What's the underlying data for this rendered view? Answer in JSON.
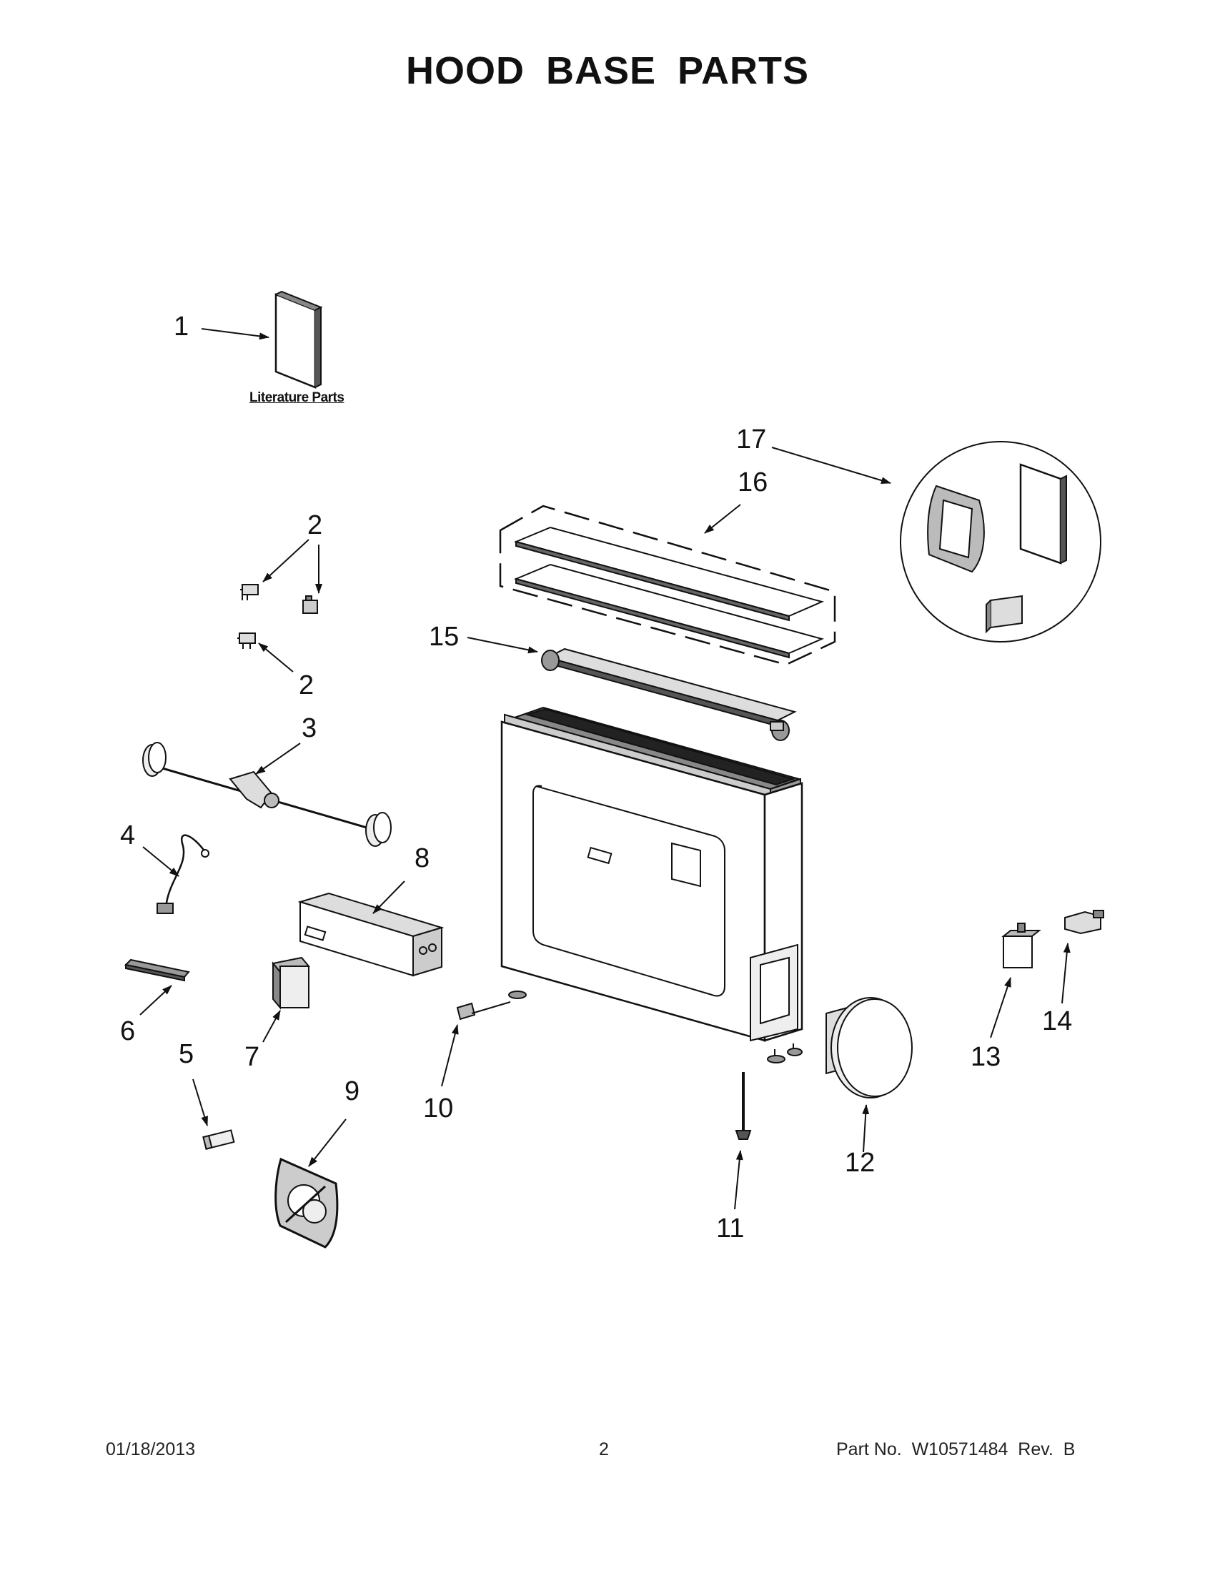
{
  "title": "HOOD BASE PARTS",
  "literature_label": "Literature Parts",
  "callouts": {
    "c1": "1",
    "c2a": "2",
    "c2b": "2",
    "c3": "3",
    "c4": "4",
    "c5": "5",
    "c6": "6",
    "c7": "7",
    "c8": "8",
    "c9": "9",
    "c10": "10",
    "c11": "11",
    "c12": "12",
    "c13": "13",
    "c14": "14",
    "c15": "15",
    "c16": "16",
    "c17": "17"
  },
  "footer": {
    "date": "01/18/2013",
    "page": "2",
    "part_no": "Part No.  W10571484  Rev.  B"
  }
}
